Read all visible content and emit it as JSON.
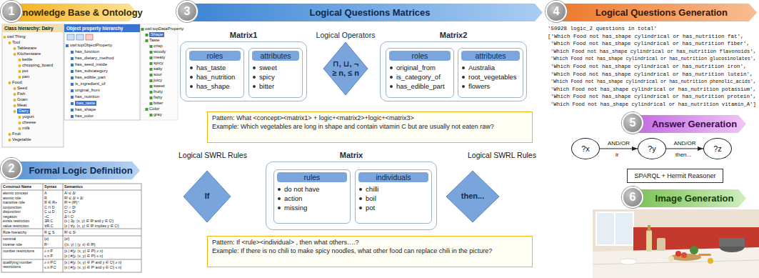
{
  "diagram": {
    "nodes": [
      {
        "text": [
          "1"
        ]
      },
      {
        "text": [
          "Knowledge Base & Ontology"
        ]
      },
      {
        "text": [
          "2"
        ]
      },
      {
        "text": [
          "Formal Logic Definition"
        ]
      },
      {
        "text": [
          "3"
        ]
      },
      {
        "text": [
          "Logical Questions Matrices"
        ]
      },
      {
        "text": [
          "Matrix1"
        ]
      },
      {
        "text": [
          "roles",
          "has_taste",
          "has_nutrition",
          "has_shape"
        ],
        "in": 6
      },
      {
        "text": [
          "attributes",
          "sweet",
          "spicy",
          "bitter"
        ],
        "in": 6
      },
      {
        "text": [
          "Logical Operators",
          "⊓, ⊔, ¬ ≥ n, ≤ n"
        ]
      },
      {
        "text": [
          "Matrix2"
        ]
      },
      {
        "text": [
          "roles",
          "original_from",
          "is_category_of",
          "has_edible_part"
        ],
        "in": 10
      },
      {
        "text": [
          "attributes",
          "Australia",
          "root_vegetables",
          "flowers"
        ],
        "in": 10
      },
      {
        "text": [
          "Pattern: What <concept><matrix1> + logic+<matrix2>+logic+<matrix3>",
          "Example: Which vegetables are long in shape and contain vitamin C but are usually not eaten raw?"
        ]
      },
      {
        "text": [
          "If"
        ]
      },
      {
        "text": [
          "Matrix"
        ]
      },
      {
        "text": [
          "rules",
          "do not have",
          "action",
          "missing"
        ],
        "in": 15
      },
      {
        "text": [
          "individuals",
          "chilli",
          "boil",
          "pot"
        ],
        "in": 15
      },
      {
        "text": [
          "then..."
        ]
      },
      {
        "text": [
          "Pattern: If <rule><individual> , then what others….?",
          "Example: If there is no chili to make spicy noodles, what other food can replace chili in the picture?"
        ]
      },
      {
        "text": [
          "4"
        ]
      },
      {
        "text": [
          "Logical Questions Generation"
        ]
      },
      {
        "text": [
          "5"
        ]
      },
      {
        "text": [
          "Answer Generation"
        ]
      },
      {
        "text": [
          "?x"
        ]
      },
      {
        "text": [
          "?y"
        ]
      },
      {
        "text": [
          "?z"
        ]
      },
      {
        "text": [
          "SPARQL + Hermit Reasoner"
        ]
      },
      {
        "text": [
          "6"
        ]
      },
      {
        "text": [
          "Image Generation"
        ]
      }
    ],
    "edges": [
      {
        "from": 24,
        "to": 25,
        "label": "AND/OR",
        "arrow": "to"
      },
      {
        "from": 25,
        "to": 26,
        "label": "AND/OR",
        "arrow": "to"
      }
    ],
    "labels": [
      "Class hierarchy: Dairy",
      "owl:Thing",
      "Tool",
      "Tableware",
      "Kitchenware",
      "kettle",
      "chopping_board",
      "pot",
      "pan",
      "Food",
      "Seed",
      "Fish",
      "Grain",
      "Meat",
      "Dairy",
      "yogurt",
      "cheese",
      "milk",
      "Fruit",
      "Vegetable",
      "Object property hierarchy",
      "owl:topObjectProperty",
      "has_function",
      "has_dietary_method",
      "has_seed_inside",
      "has_subcategory",
      "has_edible_part",
      "is_ingredient_of",
      "original_from",
      "has_nutrition",
      "has_taste",
      "has_shape",
      "has_color",
      "owl:topDataProperty",
      "Shape",
      "Taste",
      "crisp",
      "woody",
      "meaty",
      "spicy",
      "salty",
      "sour",
      "juicy",
      "sweet",
      "fruity",
      "fishy",
      "bitter",
      "Color",
      "gray",
      "Construct Name",
      "Syntax",
      "Semantics",
      "atomic concept",
      "A",
      "Aᴵ ⊆ Δᴵ",
      "atomic role",
      "R",
      "Rᴵ ⊆ Δᴵ × Δᴵ",
      "transitive role",
      "R ∈ R+",
      "Rᴵ = (Rᴵ)⁺",
      "conjunction",
      "C ⊓ D",
      "Cᴵ ∩ Dᴵ",
      "disjunction",
      "C ⊔ D",
      "Cᴵ ∪ Dᴵ",
      "negation",
      "¬C",
      "Δᴵ \\ Cᴵ",
      "exists restriction",
      "∃R.C",
      "{x | ∃y. ⟨x, y⟩ ∈ Rᴵ and y ∈ Cᴵ}",
      "value restriction",
      "∀R.C",
      "{x | ∀y. ⟨x, y⟩ ∈ Rᴵ implies y ∈ Cᴵ}",
      "Role hierarchy",
      "R ⊑ S",
      "Rᴵ ⊆ Sᴵ",
      "nominal",
      "{o}",
      "{oᴵ}",
      "inverse role",
      "R⁻",
      "{⟨x, y⟩ | ⟨y, x⟩ ∈ Rᴵ}",
      "number restrictions",
      "≥ n P",
      "≤ n P",
      "{x | #{y. ⟨x, y⟩ ∈ Pᴵ} ≥ n}",
      "{x | #{y. ⟨x, y⟩ ∈ Pᴵ} ≤ n}",
      "qualifying number restrictions",
      "≥ n P.C",
      "≤ n P.C",
      "{x | #{y. ⟨x, y⟩ ∈ Pᴵ and y ∈ Cᴵ} ≥ n}",
      "{x | #{y. ⟨x, y⟩ ∈ Pᴵ and y ∈ Cᴵ} ≤ n}",
      "Logical SWRL Rules",
      "Logical SWRL Rules",
      "'50928 logic_2 questions in total'",
      "['Which Food not has_shape cylindrical or has_nutrition fat',",
      "'Which Food not has_shape cylindrical or has_nutrition fiber',",
      "'Which Food not has_shape cylindrical or has_nutrition flavonoids',",
      "'Which Food not has_shape cylindrical or has_nutrition glucosinolates',",
      "'Which Food not has_shape cylindrical or has_nutrition iron',",
      "'Which Food not has_shape cylindrical or has_nutrition lutein',",
      "'Which Food not has_shape cylindrical or has_nutrition phenolic_acids',",
      "'Which Food not has_shape cylindrical or has_nutrition potassium',",
      "'Which Food not has_shape cylindrical or has_nutrition protein',",
      "'Which Food not has_shape cylindrical or has_nutrition vitamin_A']",
      "ir",
      "then..."
    ]
  }
}
